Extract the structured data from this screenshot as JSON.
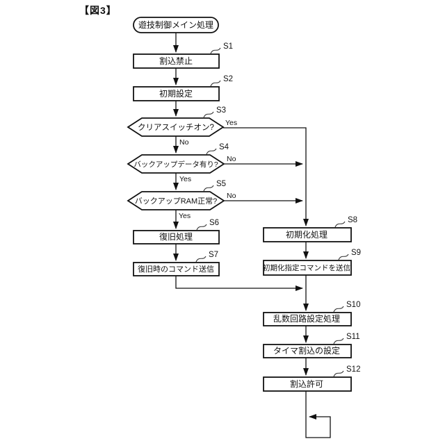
{
  "figure_title": "【図3】",
  "flowchart": {
    "start_label": "遊技制御メイン処理",
    "steps": [
      {
        "id": "S1",
        "label": "割込禁止",
        "type": "process"
      },
      {
        "id": "S2",
        "label": "初期設定",
        "type": "process"
      },
      {
        "id": "S3",
        "label": "クリアスイッチオン?",
        "type": "decision",
        "branch_right": "Yes",
        "branch_down": "No"
      },
      {
        "id": "S4",
        "label": "バックアップデータ有り?",
        "type": "decision",
        "branch_right": "No",
        "branch_down": "Yes"
      },
      {
        "id": "S5",
        "label": "バックアップRAM正常?",
        "type": "decision",
        "branch_right": "No",
        "branch_down": "Yes"
      },
      {
        "id": "S6",
        "label": "復旧処理",
        "type": "process"
      },
      {
        "id": "S7",
        "label": "復旧時のコマンド送信",
        "type": "process"
      },
      {
        "id": "S8",
        "label": "初期化処理",
        "type": "process"
      },
      {
        "id": "S9",
        "label": "初期化指定コマンドを送信",
        "type": "process"
      },
      {
        "id": "S10",
        "label": "乱数回路設定処理",
        "type": "process"
      },
      {
        "id": "S11",
        "label": "タイマ割込の設定",
        "type": "process"
      },
      {
        "id": "S12",
        "label": "割込許可",
        "type": "process"
      }
    ]
  }
}
